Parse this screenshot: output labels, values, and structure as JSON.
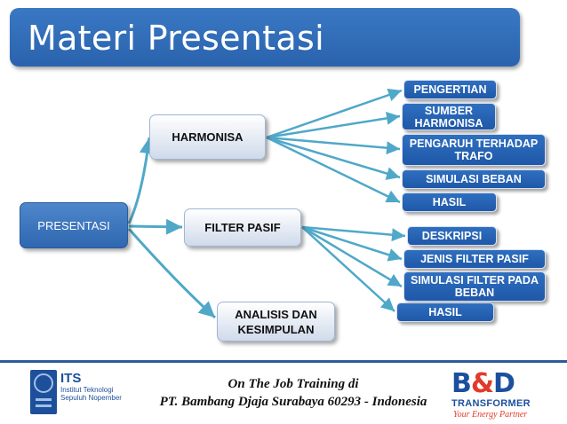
{
  "title": "Materi Presentasi",
  "diagram": {
    "root": "PRESENTASI",
    "branches": [
      {
        "label": "HARMONISA",
        "children": [
          "PENGERTIAN",
          "SUMBER HARMONISA",
          "PENGARUH TERHADAP TRAFO",
          "SIMULASI BEBAN",
          "HASIL"
        ]
      },
      {
        "label": "FILTER PASIF",
        "children": [
          "DESKRIPSI",
          "JENIS FILTER PASIF",
          "SIMULASI FILTER PADA BEBAN",
          "HASIL"
        ]
      },
      {
        "label": "ANALISIS DAN KESIMPULAN",
        "children": []
      }
    ]
  },
  "footer": {
    "line1": "On The Job Training di",
    "line2": "PT. Bambang Djaja Surabaya 60293 - Indonesia",
    "its_logo": {
      "name": "ITS",
      "subtitle": "Institut Teknologi Sepuluh Nopember"
    },
    "bd_logo": {
      "mark_left": "B",
      "mark_amp": "&",
      "mark_right": "D",
      "subtitle": "TRANSFORMER",
      "tagline": "Your Energy Partner"
    }
  },
  "colors": {
    "title_bar": "#2f6bb5",
    "leaf": "#2a65b6",
    "connector": "#4fa8c8",
    "footer_rule": "#2f5b9a"
  }
}
